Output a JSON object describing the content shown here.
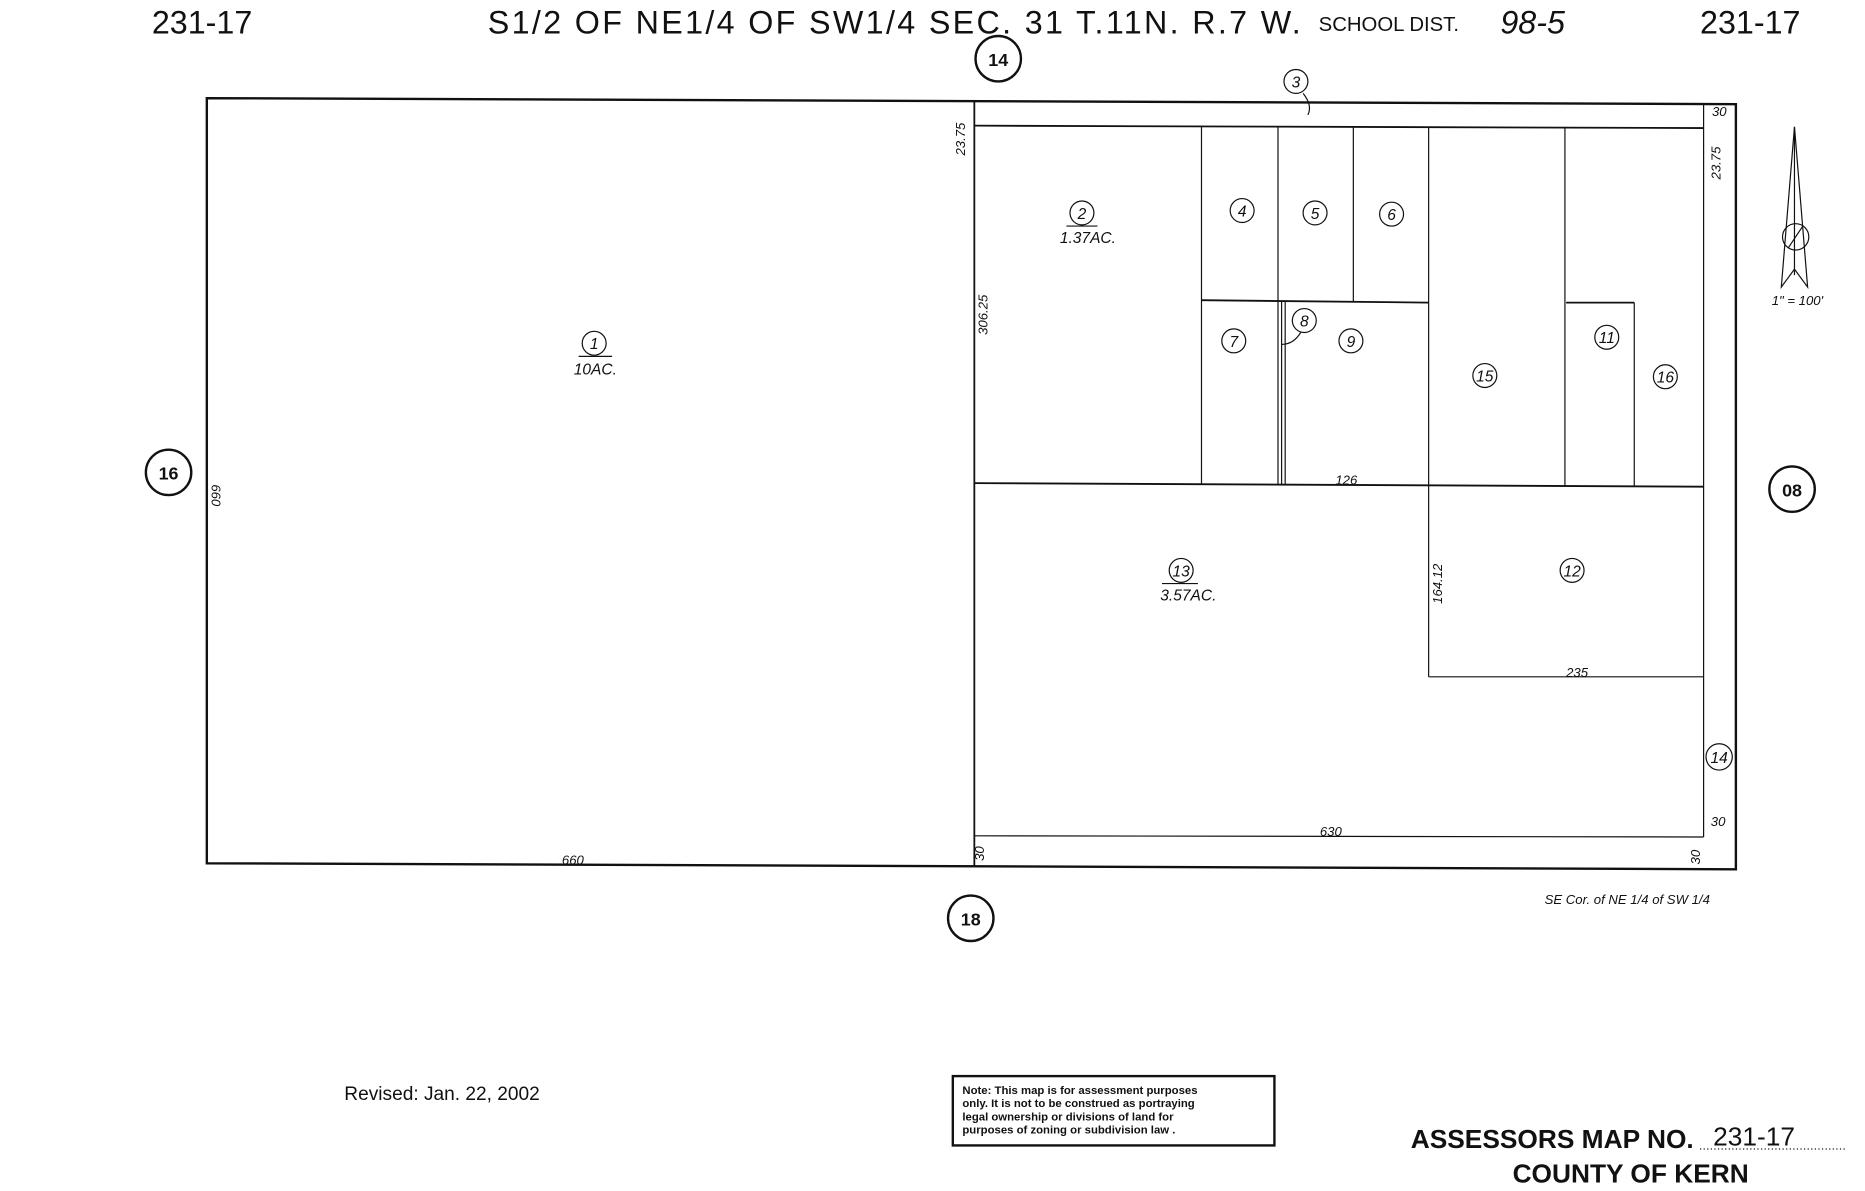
{
  "header": {
    "map_no_left": "231-17",
    "title": "S1/2 OF NE1/4 OF SW1/4 SEC. 31 T.11N. R.7 W.",
    "school_dist_label": "SCHOOL DIST.",
    "school_dist": "98-5",
    "map_no_right": "231-17"
  },
  "adjacent_maps": {
    "north": "14",
    "west": "16",
    "east": "08",
    "south": "18",
    "southeast": "14"
  },
  "parcels": [
    {
      "no": "1",
      "area": "10AC."
    },
    {
      "no": "2",
      "area": "1.37AC."
    },
    {
      "no": "3"
    },
    {
      "no": "4"
    },
    {
      "no": "5"
    },
    {
      "no": "6"
    },
    {
      "no": "7"
    },
    {
      "no": "8"
    },
    {
      "no": "9"
    },
    {
      "no": "15"
    },
    {
      "no": "11"
    },
    {
      "no": "16"
    },
    {
      "no": "13",
      "area": "3.57AC."
    },
    {
      "no": "12"
    }
  ],
  "dimensions": {
    "top_left": "23.75",
    "west_inner": "306.25",
    "west": "660",
    "south": "660",
    "south_row_left": "30",
    "south_inner": "630",
    "south_row_right": "30",
    "east_row": "30",
    "ne_30": "30",
    "ne_23": "23.75",
    "mid": "126",
    "vert": "164.12",
    "bottom_right": "235"
  },
  "scale": "1\" = 100'",
  "corner_note": "SE Cor. of NE 1/4 of SW 1/4",
  "revised": "Revised: Jan. 22, 2002",
  "note_lines": [
    "Note: This map is for assessment purposes",
    "only. It is not to be construed as portraying",
    "legal ownership or divisions of land for",
    "purposes of zoning or subdivision law ."
  ],
  "footer": {
    "map_label": "ASSESSORS MAP NO.",
    "map_no": "231-17",
    "county": "COUNTY OF KERN"
  }
}
